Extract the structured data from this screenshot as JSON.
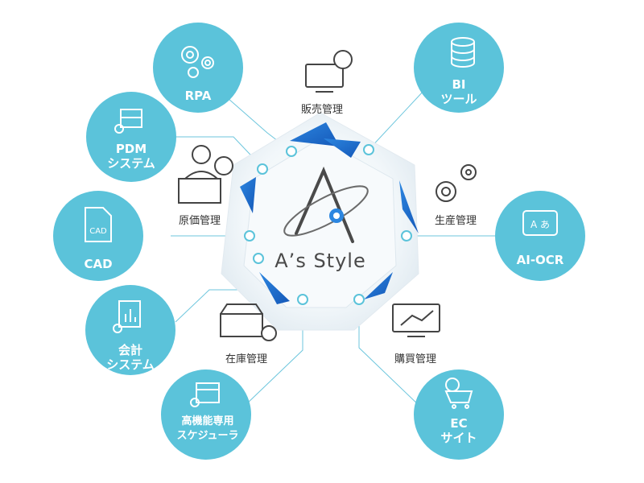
{
  "colors": {
    "circle_fill": "#5BC3DA",
    "line": "#6DC6DD",
    "hex_outer": "#E6EEF3",
    "hex_inner": "#F4F8FB",
    "accent_blue": "#1F73D0",
    "icon_dark": "#444444",
    "text_dark": "#333333"
  },
  "brand": {
    "name": "A’s Style"
  },
  "circles": [
    {
      "id": "rpa",
      "lines": [
        "RPA"
      ],
      "icon": "gears-icon"
    },
    {
      "id": "pdm",
      "lines": [
        "PDM",
        "システム"
      ],
      "icon": "blueprint-gear-icon"
    },
    {
      "id": "cad",
      "lines": [
        "CAD"
      ],
      "icon": "cad-file-icon"
    },
    {
      "id": "kaikei",
      "lines": [
        "会計",
        "システム"
      ],
      "icon": "chart-document-icon"
    },
    {
      "id": "scheduler",
      "lines": [
        "高機能専用",
        "スケジューラ"
      ],
      "icon": "calendar-gear-icon"
    },
    {
      "id": "ec",
      "lines": [
        "EC",
        "サイト"
      ],
      "icon": "yen-cart-icon"
    },
    {
      "id": "aiocr",
      "lines": [
        "AI-OCR"
      ],
      "icon": "chip-icon"
    },
    {
      "id": "bi",
      "lines": [
        "BI",
        "ツール"
      ],
      "icon": "database-icon"
    }
  ],
  "modules": [
    {
      "id": "hanbai",
      "label": "販売管理",
      "icon": "monitor-cart-icon"
    },
    {
      "id": "genka",
      "label": "原価管理",
      "icon": "person-laptop-yen-icon"
    },
    {
      "id": "seisan",
      "label": "生産管理",
      "icon": "gears-icon"
    },
    {
      "id": "zaiko",
      "label": "在庫管理",
      "icon": "box-check-icon"
    },
    {
      "id": "kobai",
      "label": "購買管理",
      "icon": "monitor-chart-icon"
    }
  ]
}
